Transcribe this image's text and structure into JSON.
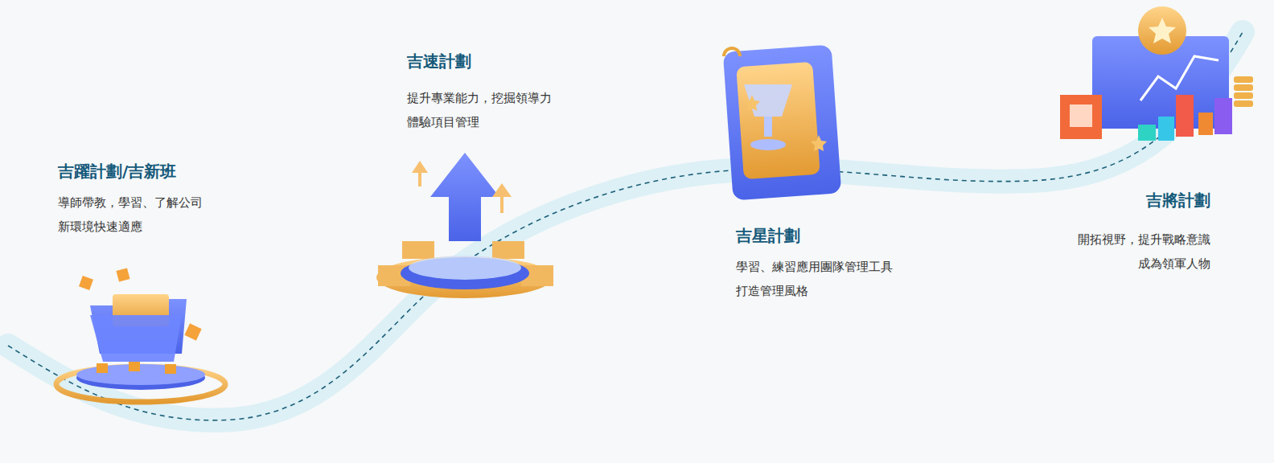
{
  "diagram": {
    "labels": [
      "吉躍計劃/吉新班",
      "導師帶教，學習、了解公司 新環境快速適應",
      "吉速計劃",
      "提升專業能力，挖掘領導力 體驗項目管理",
      "吉星計劃",
      "學習、練習應用團隊管理工具 打造管理風格",
      "吉將計劃",
      "開拓視野，提升戰略意識 成為領軍人物"
    ]
  }
}
